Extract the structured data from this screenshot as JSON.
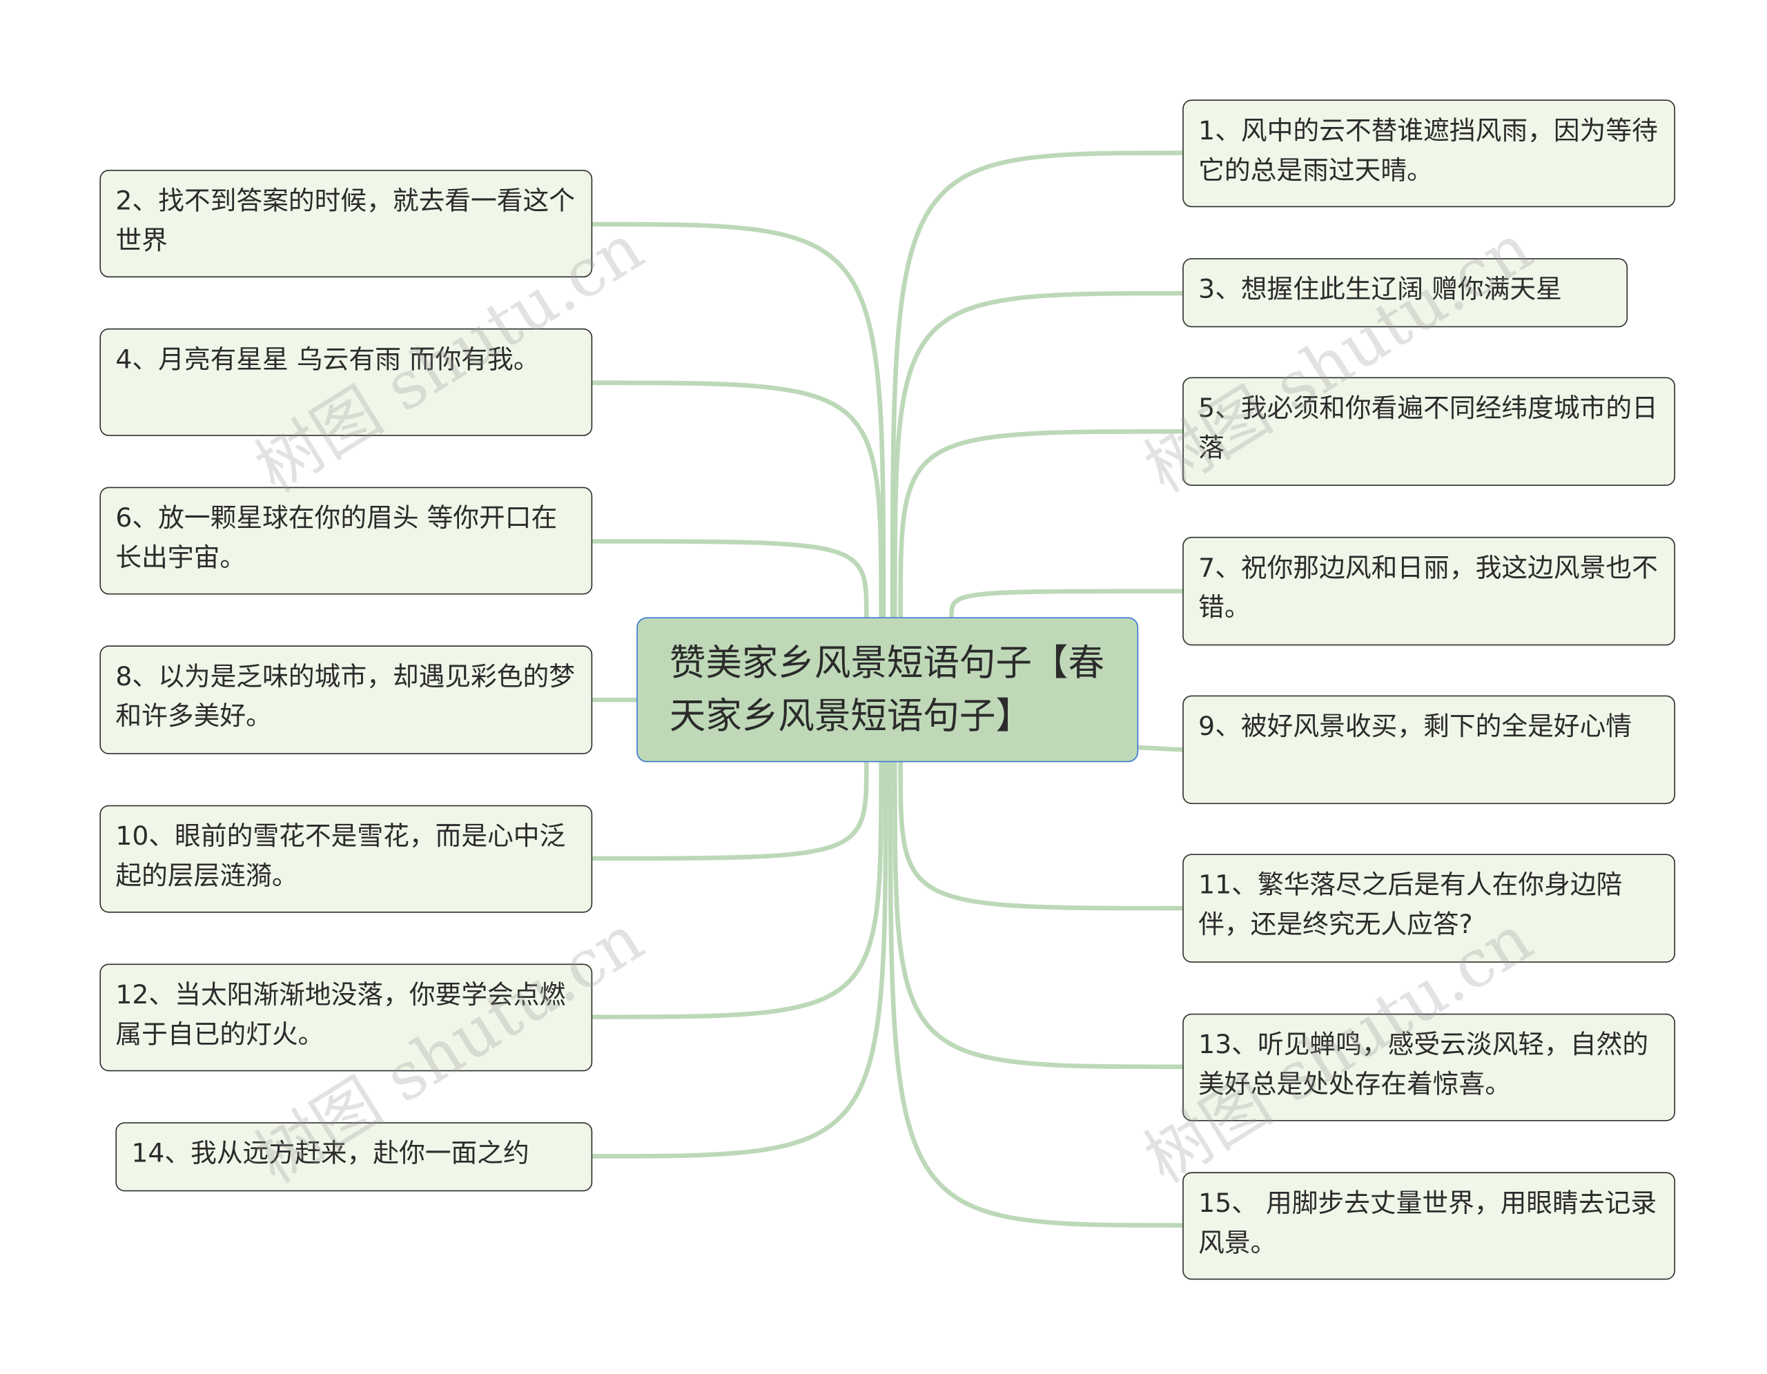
{
  "center": {
    "title": "赞美家乡风景短语句子【春天家乡风景短语句子】"
  },
  "watermark": "树图 shutu.cn",
  "colors": {
    "link": "#bcd8b8",
    "node_bg": "#f0f6e8",
    "center_bg": "#bfd9b8",
    "center_border": "#3a78d4"
  },
  "left": [
    {
      "text": "2、找不到答案的时候，就去看一看这个世界"
    },
    {
      "text": "4、月亮有星星 乌云有雨 而你有我。"
    },
    {
      "text": "6、放一颗星球在你的眉头 等你开口在长出宇宙。"
    },
    {
      "text": "8、以为是乏味的城市，却遇见彩色的梦和许多美好。"
    },
    {
      "text": "10、眼前的雪花不是雪花，而是心中泛起的层层涟漪。"
    },
    {
      "text": "12、当太阳渐渐地没落，你要学会点燃属于自已的灯火。"
    },
    {
      "text": "14、我从远方赶来，赴你一面之约"
    }
  ],
  "right": [
    {
      "text": "1、风中的云不替谁遮挡风雨，因为等待它的总是雨过天晴。"
    },
    {
      "text": "3、想握住此生辽阔 赠你满天星"
    },
    {
      "text": "5、我必须和你看遍不同经纬度城市的日落"
    },
    {
      "text": "7、祝你那边风和日丽，我这边风景也不错。"
    },
    {
      "text": "9、被好风景收买，剩下的全是好心情"
    },
    {
      "text": "11、繁华落尽之后是有人在你身边陪伴，还是终究无人应答?"
    },
    {
      "text": "13、听见蝉鸣，感受云淡风轻，自然的美好总是处处存在着惊喜。"
    },
    {
      "text": "15、 用脚步去丈量世界，用眼睛去记录风景。"
    }
  ]
}
